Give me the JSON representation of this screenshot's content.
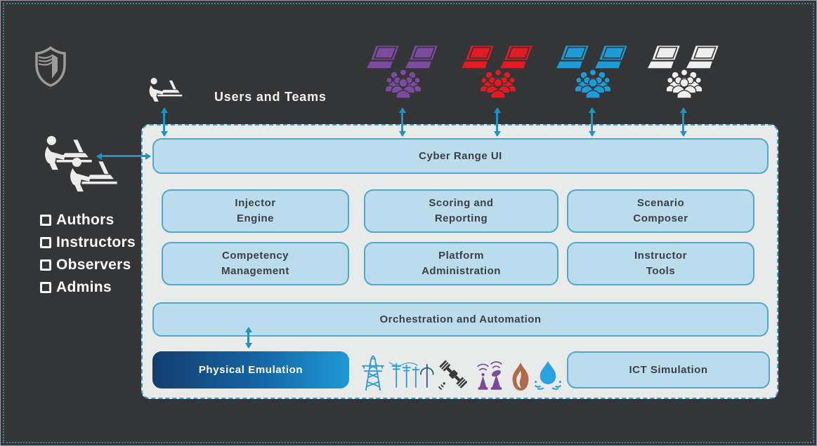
{
  "header": {
    "users_and_teams": "Users and Teams"
  },
  "roles": [
    "Authors",
    "Instructors",
    "Observers",
    "Admins"
  ],
  "user_groups": [
    {
      "name": "purple-user-group",
      "style": "color:#7c4a9f"
    },
    {
      "name": "red-user-group",
      "style": "color:#e21b22"
    },
    {
      "name": "blue-user-group",
      "style": "color:#1e9cd8"
    },
    {
      "name": "white-user-group",
      "style": "color:#efefef"
    }
  ],
  "panel": {
    "cyber_range_ui": "Cyber Range UI",
    "modules": [
      {
        "line1": "Injector",
        "line2": "Engine"
      },
      {
        "line1": "Scoring and",
        "line2": "Reporting"
      },
      {
        "line1": "Scenario",
        "line2": "Composer"
      },
      {
        "line1": "Competency",
        "line2": "Management"
      },
      {
        "line1": "Platform",
        "line2": "Administration"
      },
      {
        "line1": "Instructor",
        "line2": "Tools"
      }
    ],
    "orchestration": "Orchestration and Automation",
    "physical_emulation": "Physical Emulation",
    "ict_simulation": "ICT Simulation",
    "infrastructure": [
      {
        "name": "transmission-tower-icon",
        "style": "color:#2e9bd6"
      },
      {
        "name": "utility-poles-icon",
        "style": "color:#2e9bd6"
      },
      {
        "name": "satellite-icon",
        "style": "color:#3a3a3c"
      },
      {
        "name": "radio-antennas-icon",
        "style": "color:#7d4a9b"
      },
      {
        "name": "gas-flame-icon",
        "style": "color:#b06a4a"
      },
      {
        "name": "water-drop-icon",
        "style": "color:#2aa2df"
      }
    ]
  },
  "colors": {
    "background": "#333537",
    "dotted_frame": "#44809e",
    "panel_background": "#e9ebea",
    "panel_border": "#3aa2c9",
    "box_fill": "#badcec",
    "box_border": "#4fa8d2",
    "box_text": "#3c4043",
    "arrow": "#1b93c7",
    "physical_gradient_start": "#133d6e",
    "physical_gradient_end": "#1e9ad6",
    "logo_gray": "#9b9b9b"
  }
}
